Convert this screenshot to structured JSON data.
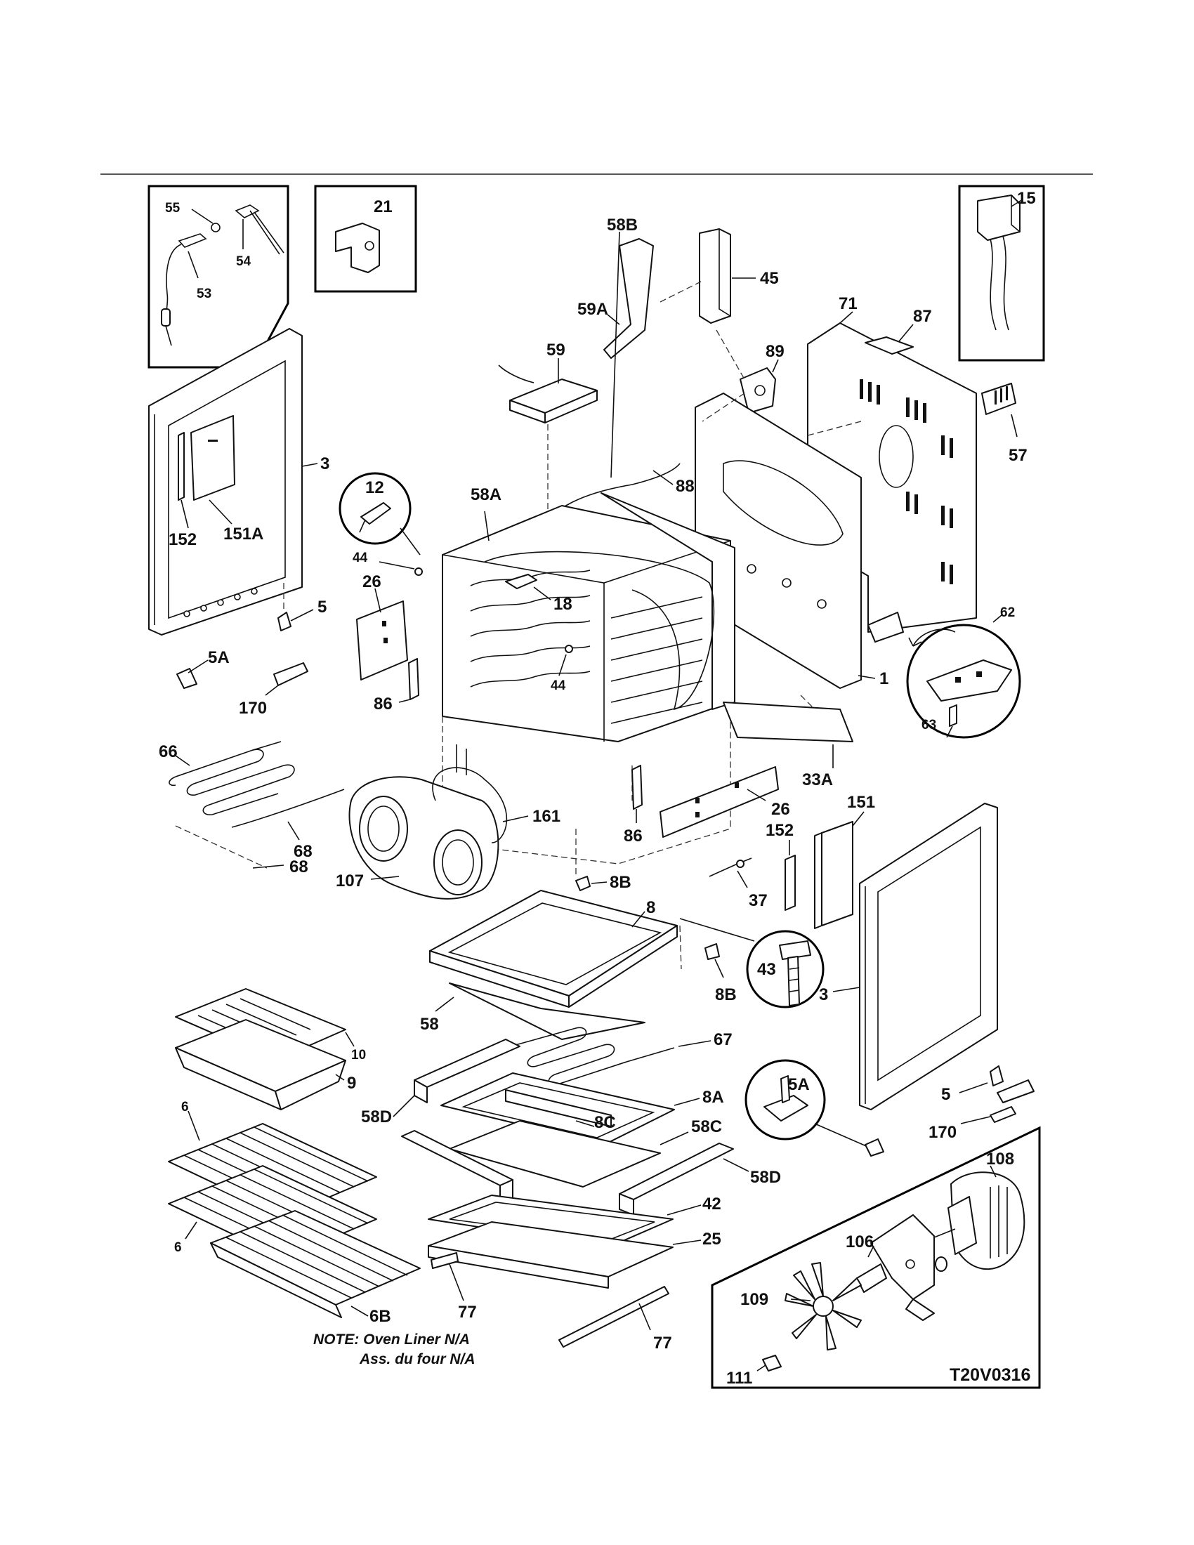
{
  "diagram_code": "T20V0316",
  "note": {
    "line1": "NOTE: Oven Liner N/A",
    "line2": "Ass. du four N/A"
  },
  "labels": {
    "p55": "55",
    "p54": "54",
    "p53": "53",
    "p21": "21",
    "p15": "15",
    "p45": "45",
    "p59A": "59A",
    "p59": "59",
    "p71": "71",
    "p87": "87",
    "p89": "89",
    "p57": "57",
    "p58B": "58B",
    "p88": "88",
    "p3_left": "3",
    "p12": "12",
    "p58A": "58A",
    "p152_left": "152",
    "p151A": "151A",
    "p44_top": "44",
    "p26_left": "26",
    "p18": "18",
    "p5_left": "5",
    "p5A_left": "5A",
    "p170_left": "170",
    "p86_left": "86",
    "p44_mid": "44",
    "p62": "62",
    "p63": "63",
    "p1": "1",
    "p33A": "33A",
    "p66": "66",
    "p161": "161",
    "p26_right": "26",
    "p151_right": "151",
    "p68_a": "68",
    "p68_b": "68",
    "p107": "107",
    "p86_right": "86",
    "p152_right": "152",
    "p8B_top": "8B",
    "p37": "37",
    "p8": "8",
    "p43": "43",
    "p8B_bottom": "8B",
    "p3_right": "3",
    "p10": "10",
    "p58": "58",
    "p9": "9",
    "p67": "67",
    "p8A": "8A",
    "p5A_right": "5A",
    "p5_right": "5",
    "p170_right": "170",
    "p6_a": "6",
    "p58D_left": "58D",
    "p8C": "8C",
    "p58C": "58C",
    "p58D_right": "58D",
    "p42": "42",
    "p108": "108",
    "p6_b": "6",
    "p25": "25",
    "p106": "106",
    "p6B": "6B",
    "p77_a": "77",
    "p77_b": "77",
    "p109": "109",
    "p111": "111"
  }
}
